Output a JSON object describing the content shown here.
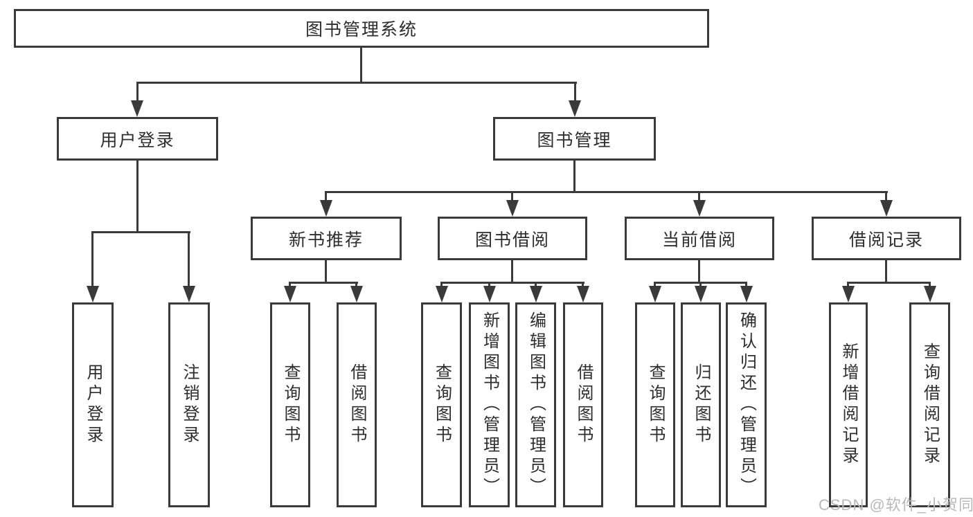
{
  "diagram": {
    "watermark": "CSDN @软件_小贺同学",
    "colors": {
      "line": "#3a3a3a",
      "box_border": "#3a3a3a",
      "text": "#2d2d2d",
      "watermark": "#b9b9b9",
      "background": "#ffffff"
    },
    "tree": {
      "root": {
        "label": "图书管理系统",
        "children": [
          {
            "label": "用户登录",
            "children": [
              {
                "label": "用户登录"
              },
              {
                "label": "注销登录"
              }
            ]
          },
          {
            "label": "图书管理",
            "children": [
              {
                "label": "新书推荐",
                "children": [
                  {
                    "label": "查询图书"
                  },
                  {
                    "label": "借阅图书"
                  }
                ]
              },
              {
                "label": "图书借阅",
                "children": [
                  {
                    "label": "查询图书"
                  },
                  {
                    "label": "新增图书（管理员）"
                  },
                  {
                    "label": "编辑图书（管理员）"
                  },
                  {
                    "label": "借阅图书"
                  }
                ]
              },
              {
                "label": "当前借阅",
                "children": [
                  {
                    "label": "查询图书"
                  },
                  {
                    "label": "归还图书"
                  },
                  {
                    "label": "确认归还（管理员）"
                  }
                ]
              },
              {
                "label": "借阅记录",
                "children": [
                  {
                    "label": "新增借阅记录"
                  },
                  {
                    "label": "查询借阅记录"
                  }
                ]
              }
            ]
          }
        ]
      }
    }
  }
}
